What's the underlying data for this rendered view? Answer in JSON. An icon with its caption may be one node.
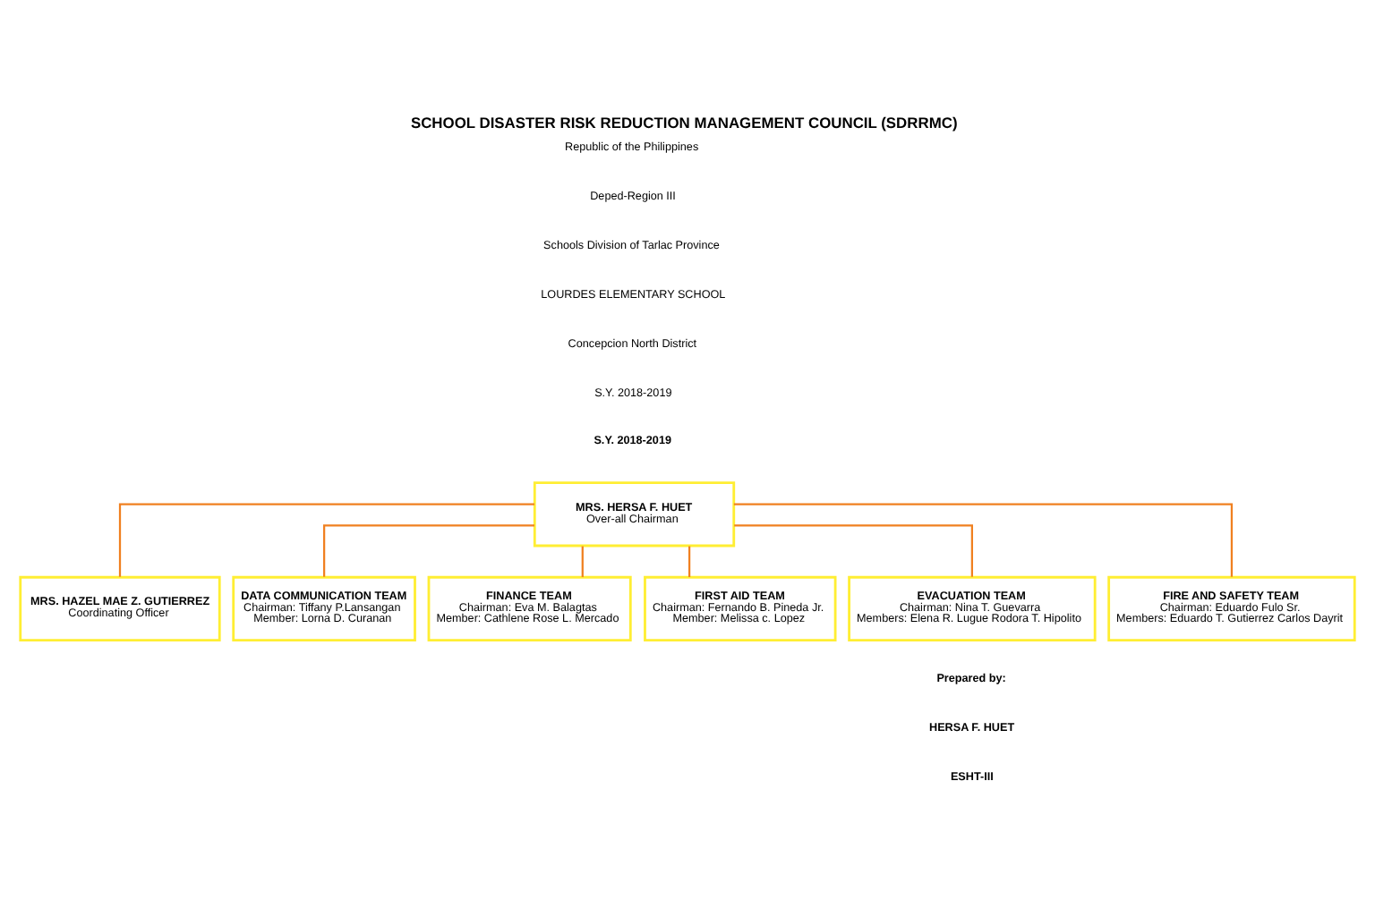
{
  "diagram": {
    "title": "SCHOOL DISASTER RISK REDUCTION MANAGEMENT COUNCIL (SDRRMC)",
    "nodes": [
      {
        "text": [
          "MRS. HERSA F. HUET",
          "Over-all Chairman"
        ]
      },
      {
        "text": [
          "MRS. HAZEL MAE Z. GUTIERREZ",
          "Coordinating Officer"
        ]
      },
      {
        "text": [
          "DATA COMMUNICATION TEAM",
          "Chairman: Tiffany P.Lansangan",
          "Member: Lorna D. Curanan"
        ]
      },
      {
        "text": [
          "FINANCE TEAM",
          "Chairman: Eva M. Balagtas",
          "Member: Cathlene Rose L. Mercado"
        ]
      },
      {
        "text": [
          "FIRST AID TEAM",
          "Chairman: Fernando B. Pineda Jr.",
          "Member: Melissa c. Lopez"
        ]
      },
      {
        "text": [
          "EVACUATION TEAM",
          "Chairman: Nina T. Guevarra",
          "Members: Elena R. Lugue Rodora T. Hipolito"
        ]
      },
      {
        "text": [
          "FIRE AND SAFETY TEAM",
          "Chairman: Eduardo Fulo Sr.",
          "Members: Eduardo T. Gutierrez Carlos Dayrit"
        ]
      }
    ],
    "edges": [
      {
        "from": 0,
        "to": 1,
        "arrow": "none"
      },
      {
        "from": 0,
        "to": 2,
        "arrow": "none"
      },
      {
        "from": 0,
        "to": 3,
        "arrow": "none"
      },
      {
        "from": 0,
        "to": 4,
        "arrow": "none"
      },
      {
        "from": 0,
        "to": 5,
        "arrow": "none"
      },
      {
        "from": 0,
        "to": 6,
        "arrow": "none"
      }
    ],
    "labels": [
      "Republic of the Philippines",
      "Deped-Region III",
      "Schools Division of Tarlac Province",
      "LOURDES ELEMENTARY SCHOOL",
      "Concepcion North District",
      "S.Y. 2018-2019",
      "S.Y. 2018-2019",
      "Prepared by:",
      "HERSA F. HUET",
      "ESHT-III"
    ]
  }
}
